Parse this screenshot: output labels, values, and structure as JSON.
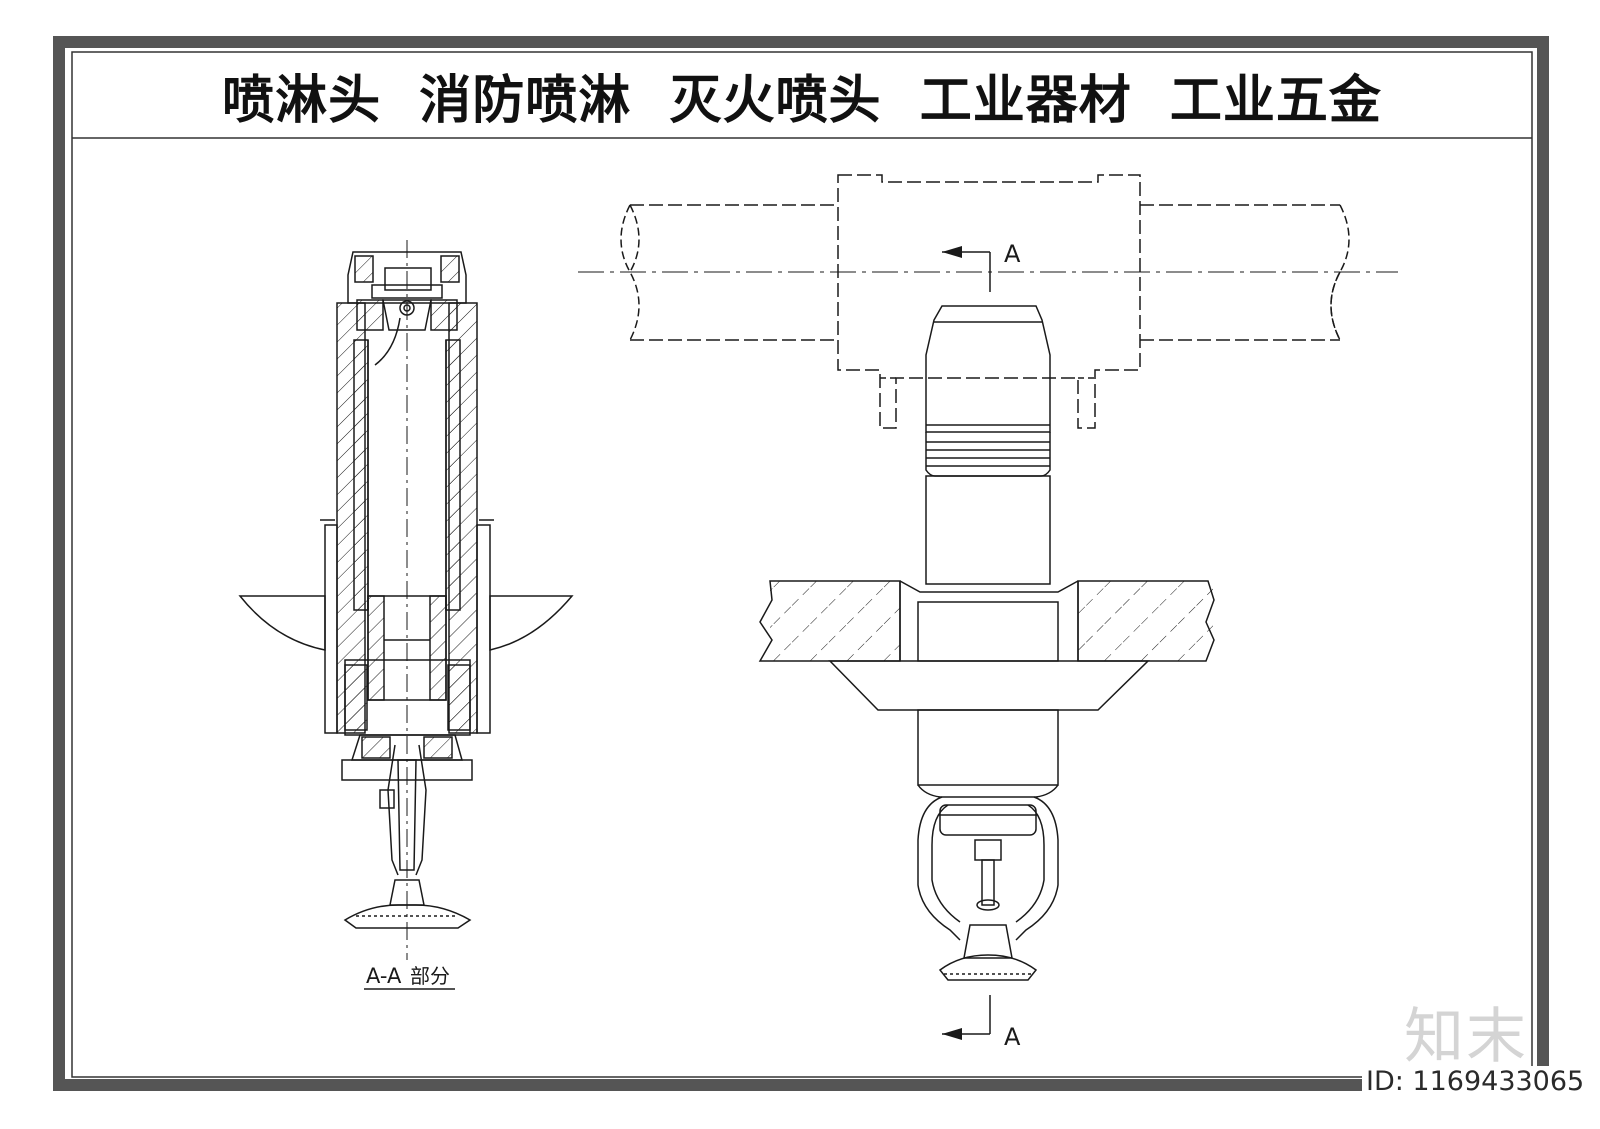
{
  "drawing": {
    "title": "喷淋头  消防喷淋  灭火喷头  工业器材  工业五金",
    "section_marker_top": "A",
    "section_marker_bottom": "A",
    "section_caption_letters": "A-A",
    "section_caption_text": "部分"
  },
  "watermark": {
    "brand": "知末",
    "id": "ID: 1169433065"
  },
  "colors": {
    "line": "#1a1a1a",
    "frame": "#555555",
    "watermark": "#dcdcdc"
  }
}
